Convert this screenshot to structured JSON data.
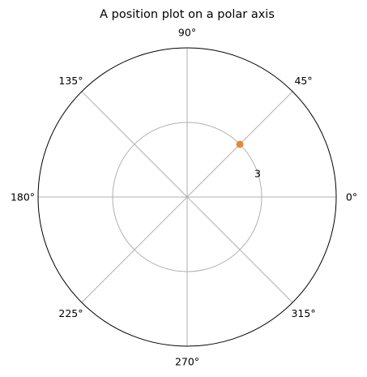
{
  "chart_data": {
    "type": "scatter",
    "projection": "polar",
    "title": "A position plot on a polar axis",
    "theta_unit": "degrees",
    "theta_ticks": [
      {
        "value": 0,
        "label": "0°"
      },
      {
        "value": 45,
        "label": "45°"
      },
      {
        "value": 90,
        "label": "90°"
      },
      {
        "value": 135,
        "label": "135°"
      },
      {
        "value": 180,
        "label": "180°"
      },
      {
        "value": 225,
        "label": "225°"
      },
      {
        "value": 270,
        "label": "270°"
      },
      {
        "value": 315,
        "label": "315°"
      }
    ],
    "r_ticks": [
      {
        "value": 3,
        "label": "3"
      }
    ],
    "rlim": [
      0,
      6
    ],
    "grid": true,
    "points": [
      {
        "theta": 45,
        "r": 3
      }
    ],
    "colors": {
      "point": "#e08a3c",
      "grid": "#b0b0b0",
      "spine": "#000000",
      "text": "#000000"
    }
  }
}
